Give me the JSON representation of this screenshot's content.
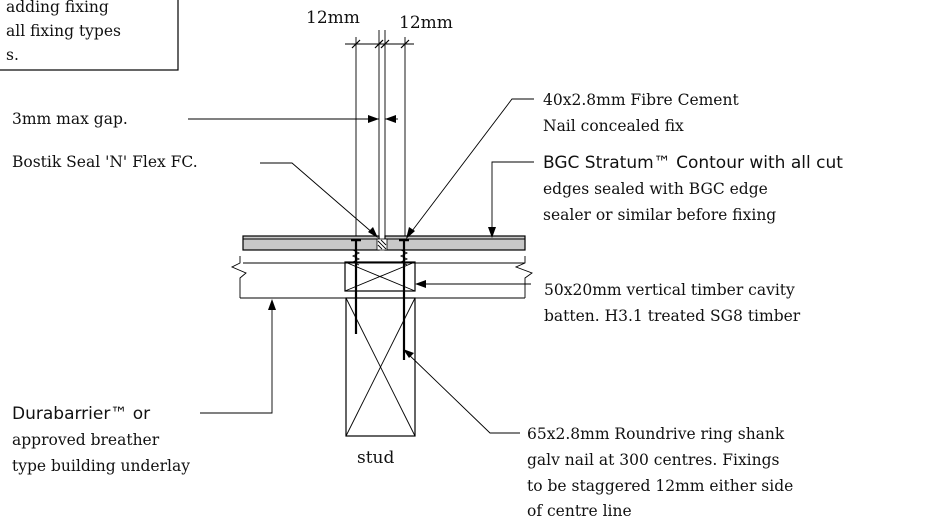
{
  "top_note": {
    "line1": "adding fixing",
    "line2": "all fixing types",
    "line3": "s."
  },
  "dims": {
    "left": "12mm",
    "right": "12mm"
  },
  "labels": {
    "gap": "3mm max gap.",
    "sealant": "Bostik Seal 'N' Flex FC.",
    "nail_top_1": "40x2.8mm Fibre Cement",
    "nail_top_2": "Nail concealed fix",
    "cladding_1": "BGC Stratum™ Contour with all cut",
    "cladding_2": "edges sealed with BGC edge",
    "cladding_3": "sealer or similar before fixing",
    "batten_1": "50x20mm vertical timber cavity",
    "batten_2": "batten. H3.1 treated SG8 timber",
    "underlay_1": "Durabarrier™ or",
    "underlay_2": "approved breather",
    "underlay_3": "type building underlay",
    "stud": "stud",
    "ring_1": "65x2.8mm Roundrive ring shank",
    "ring_2": "galv nail at 300 centres. Fixings",
    "ring_3": "to be staggered 12mm either side",
    "ring_4": "of centre line"
  },
  "colors": {
    "board": "#c8c8c8",
    "line": "#000000"
  }
}
